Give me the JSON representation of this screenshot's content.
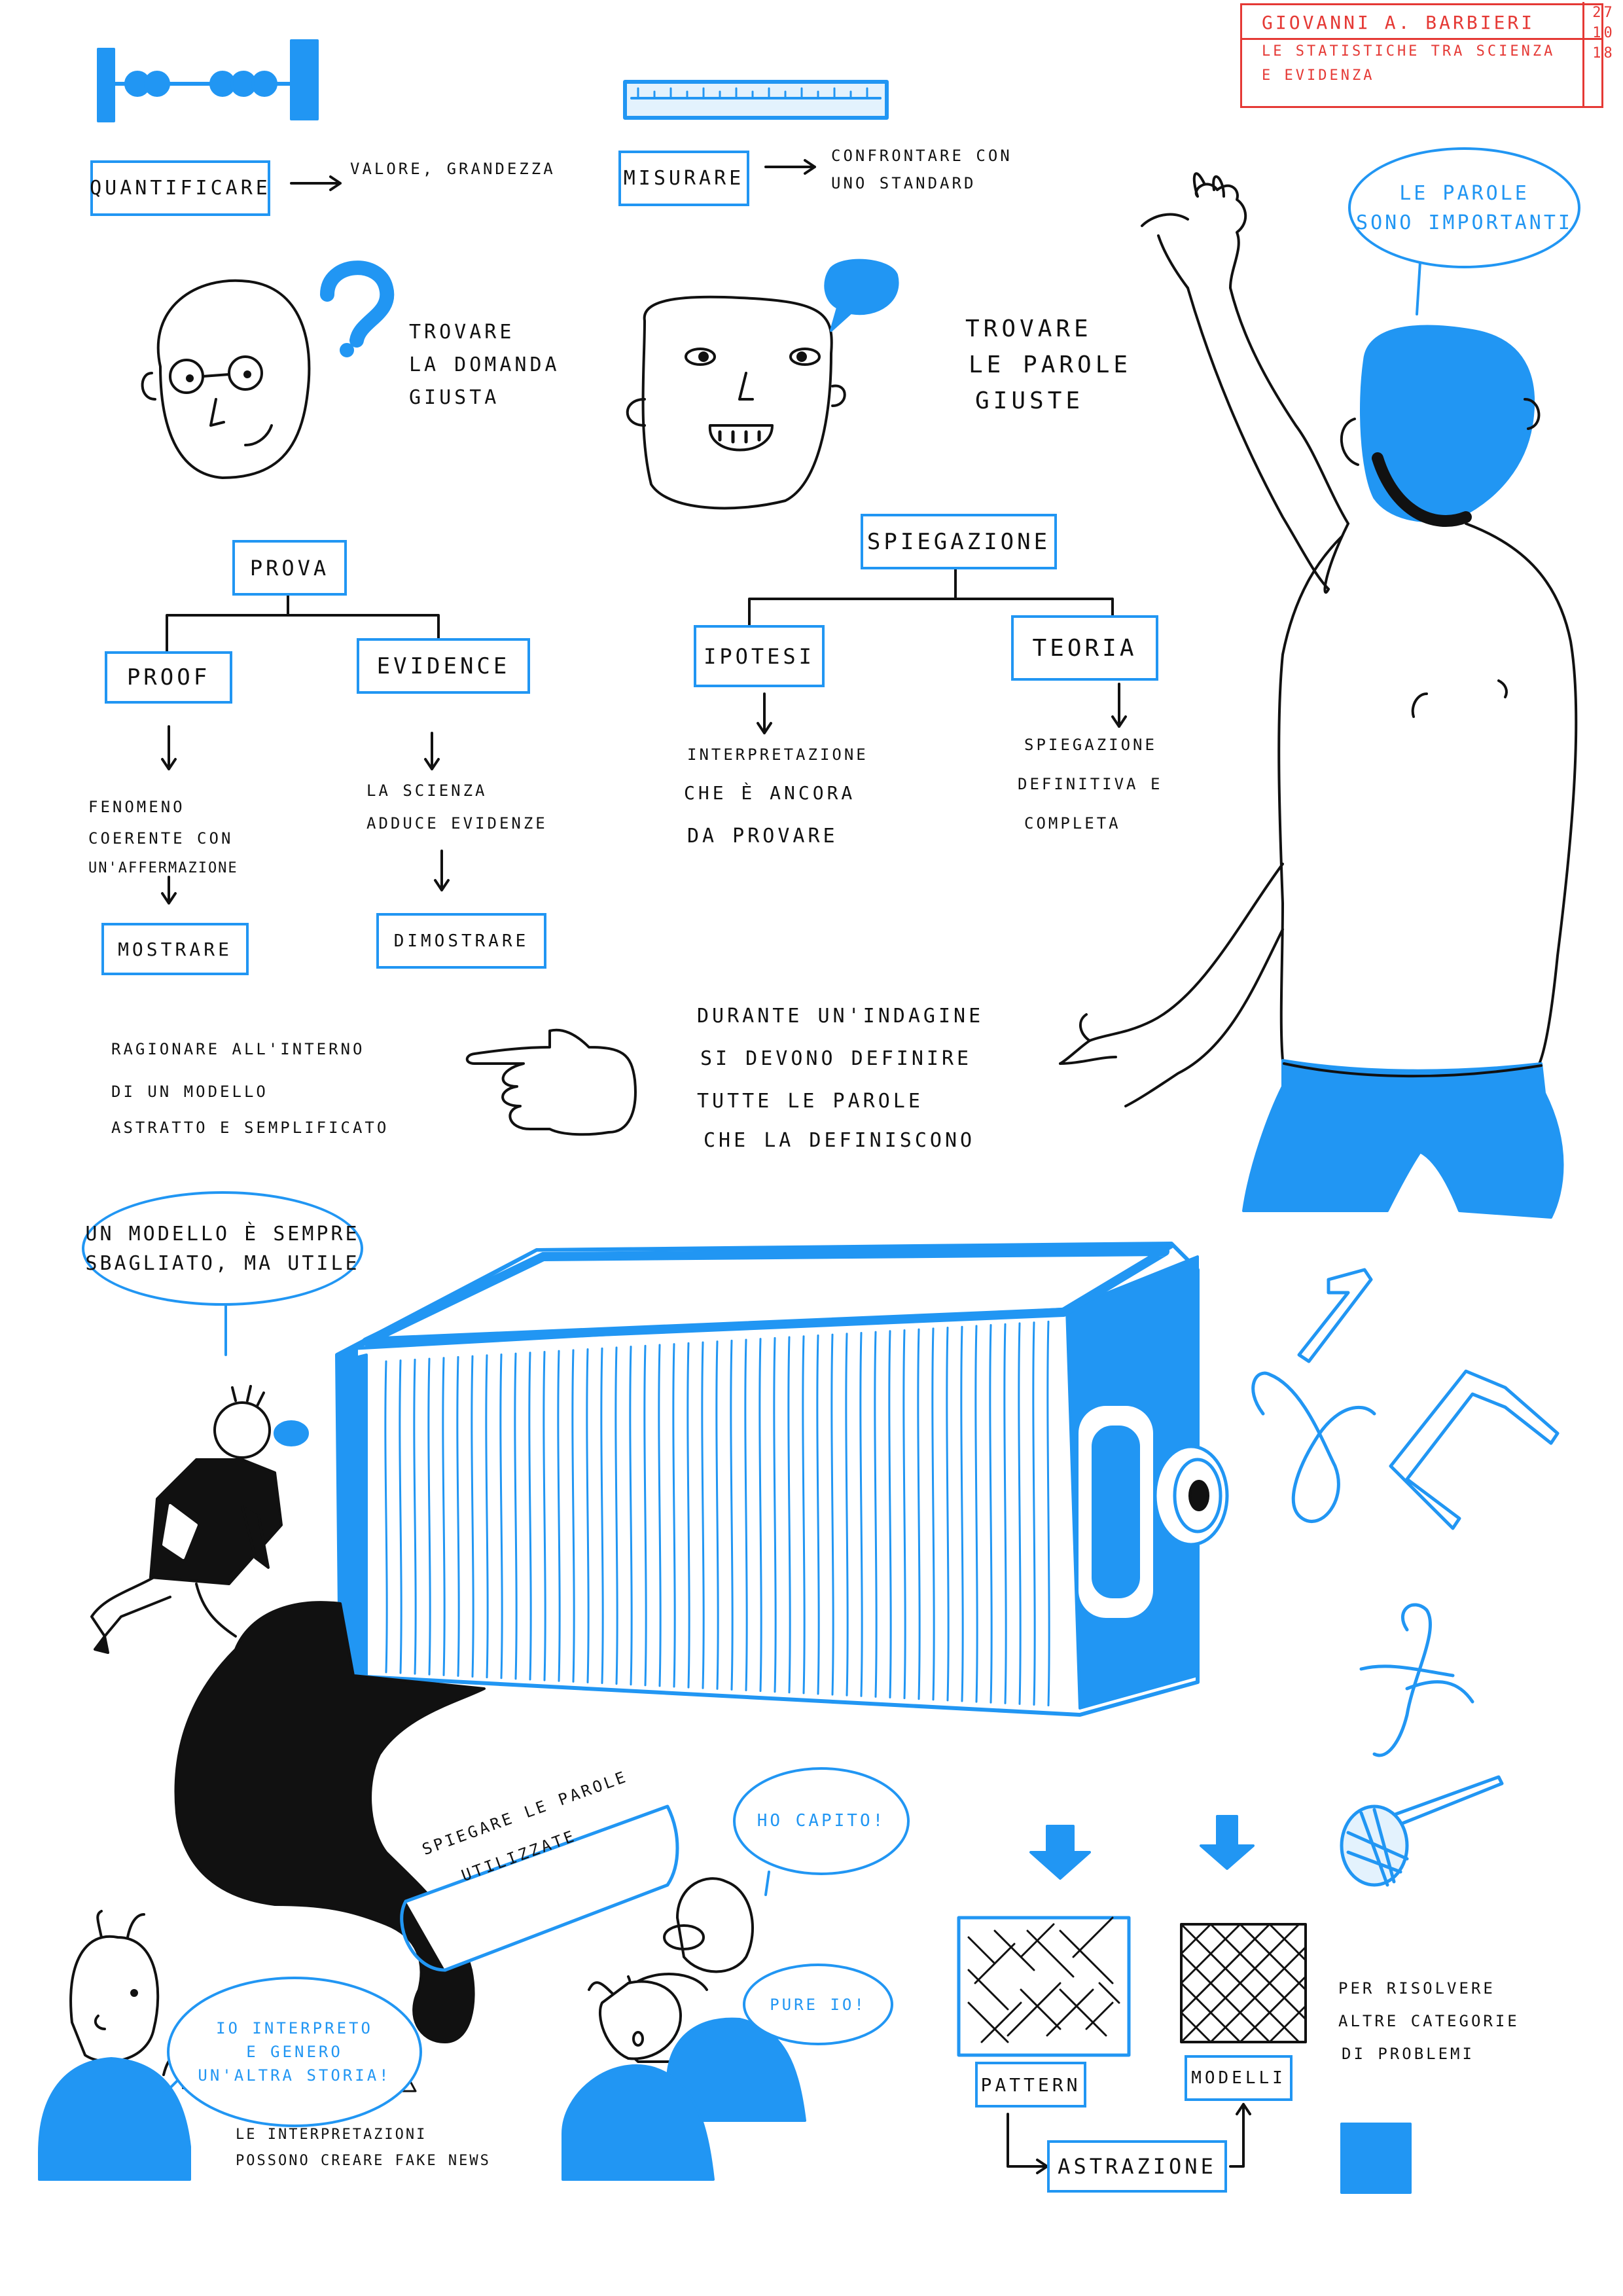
{
  "header": {
    "author": "Giovanni A. Barbieri",
    "title_line1": "Le statistiche tra scienza",
    "title_line2": "e evidenza",
    "date_day": "27",
    "date_month": "10",
    "date_year": "18"
  },
  "quantify": {
    "box": "Quantificare",
    "result": "valore, grandezza"
  },
  "measure": {
    "box": "Misurare",
    "result_line1": "confrontare con",
    "result_line2": "uno standard"
  },
  "question": {
    "line1": "Trovare",
    "line2": "la domanda",
    "line3": "giusta"
  },
  "words": {
    "line1": "Trovare",
    "line2": "le parole",
    "line3": "giuste"
  },
  "speech_words": {
    "line1": "Le parole",
    "line2": "sono importanti"
  },
  "proof_tree": {
    "root": "Prova",
    "left": "Proof",
    "right": "Evidence",
    "left_desc_line1": "Fenomeno",
    "left_desc_line2": "coerente con",
    "left_desc_line3": "un'affermazione",
    "left_action": "Mostrare",
    "right_desc_line1": "la scienza",
    "right_desc_line2": "adduce evidenze",
    "right_action": "Dimostrare"
  },
  "explain_tree": {
    "root": "Spiegazione",
    "left": "Ipotesi",
    "right": "Teoria",
    "left_desc_line1": "interpretazione",
    "left_desc_line2": "che è ancora",
    "left_desc_line3": "da provare",
    "right_desc_line1": "spiegazione",
    "right_desc_line2": "definitiva e",
    "right_desc_line3": "completa"
  },
  "reasoning": {
    "line1": "Ragionare all'interno",
    "line2": "di un modello",
    "line3": "astratto e semplificato"
  },
  "investigation": {
    "line1": "Durante un'indagine",
    "line2": "si devono definire",
    "line3": "tutte le parole",
    "line4": "che la definiscono"
  },
  "model_bubble": {
    "line1": "Un modello è sempre",
    "line2": "sbagliato, ma utile"
  },
  "scroll": {
    "line1": "Spiegare le parole",
    "line2": "utilizzate"
  },
  "understood": {
    "text": "Ho capito!"
  },
  "me_too": {
    "text": "Pure io!"
  },
  "interpret_bubble": {
    "line1": "Io interpreto",
    "line2": "e genero",
    "line3": "un'altra storia!"
  },
  "warning": {
    "line1": "Le interpretazioni",
    "line2": "possono creare fake news"
  },
  "abstraction": {
    "pattern": "Pattern",
    "models": "Modelli",
    "abstraction": "Astrazione"
  },
  "other_problems": {
    "line1": "Per risolvere",
    "line2": "altre categorie",
    "line3": "di problemi"
  },
  "colors": {
    "accent": "#2196f3",
    "ink": "#111111",
    "header_red": "#e53935"
  }
}
